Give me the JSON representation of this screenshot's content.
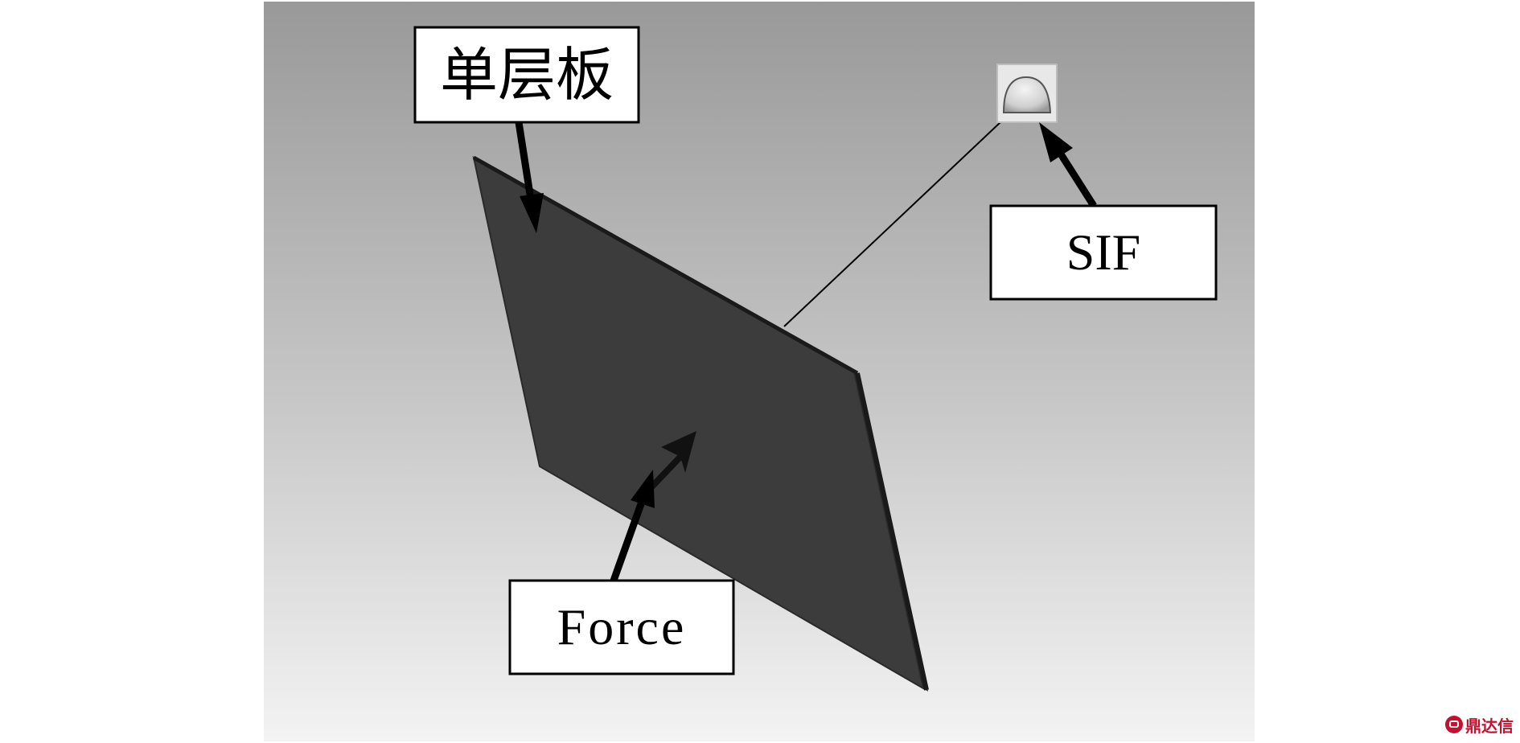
{
  "labels": {
    "plate": "单层板",
    "sif": "SIF",
    "force": "Force"
  },
  "watermark": {
    "text": "鼎达信",
    "color": "#c8102e"
  },
  "colors": {
    "background_top": "#9a9a9a",
    "background_bottom": "#f2f2f2",
    "plate": "#3c3c3c",
    "label_fill": "#ffffff",
    "label_border": "#000000"
  },
  "icons": {
    "sif_symbol": "dome-icon",
    "plate_arrow": "arrow-icon",
    "sif_arrow": "arrow-icon",
    "force_arrow": "arrow-icon",
    "force_vector": "force-arrowhead-icon"
  }
}
